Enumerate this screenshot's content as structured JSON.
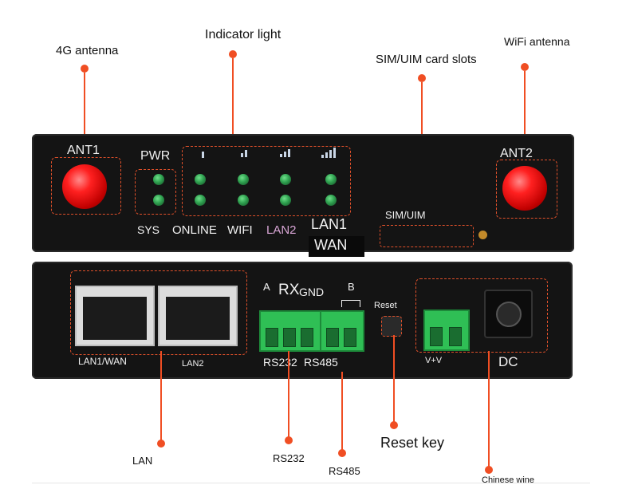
{
  "callouts": {
    "antenna_4g": "4G antenna",
    "indicator_light": "Indicator light",
    "sim_slots": "SIM/UIM card slots",
    "wifi_antenna": "WiFi antenna",
    "lan": "LAN",
    "rs232": "RS232",
    "rs485": "RS485",
    "reset_key": "Reset key",
    "chinese_wine": "Chinese wine"
  },
  "front_panel": {
    "ant1": "ANT1",
    "ant2": "ANT2",
    "pwr": "PWR",
    "sys": "SYS",
    "online": "ONLINE",
    "wifi": "WIFI",
    "lan2": "LAN2",
    "lan1": "LAN1",
    "wan": "WAN",
    "sim_uim": "SIM/UIM"
  },
  "rear_panel": {
    "lan1_wan": "LAN1/WAN",
    "lan2": "LAN2",
    "rx": "RX",
    "gnd": "GND",
    "rs232": "RS232",
    "rs485": "RS485",
    "reset": "Reset",
    "vv": "V+V",
    "dc": "DC",
    "mark_a": "A",
    "mark_b": "B"
  },
  "colors": {
    "accent": "#f04e23",
    "panel": "#141414",
    "led_green": "#2fa150",
    "terminal_green": "#2fbf55"
  }
}
